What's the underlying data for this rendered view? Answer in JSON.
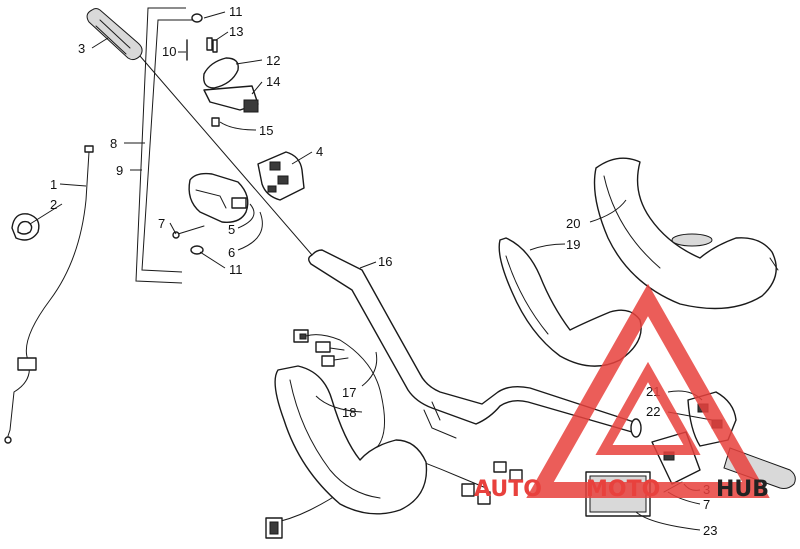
{
  "callouts": {
    "c1": "1",
    "c2": "2",
    "c3": "3",
    "c3b": "3",
    "c4": "4",
    "c5": "5",
    "c6": "6",
    "c7": "7",
    "c7b": "7",
    "c8": "8",
    "c9": "9",
    "c10": "10",
    "c11": "11",
    "c11b": "11",
    "c12": "12",
    "c13": "13",
    "c14": "14",
    "c15": "15",
    "c16": "16",
    "c17": "17",
    "c18": "18",
    "c19": "19",
    "c20": "20",
    "c21": "21",
    "c22": "22",
    "c23": "23"
  },
  "watermark": {
    "brand_part1": "AUTO",
    "brand_part2": "MOTO",
    "brand_part3": "HUB",
    "color_primary": "#e8413d",
    "color_secondary": "#222222"
  },
  "colors": {
    "line": "#1a1a1a",
    "background": "#ffffff"
  }
}
